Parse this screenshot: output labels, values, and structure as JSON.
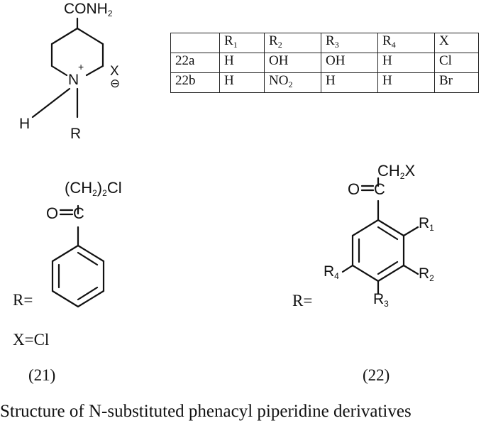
{
  "piperidine": {
    "amide": "CONH",
    "amide_sub": "2",
    "nitrogen": "N",
    "charge_plus": "+",
    "counter_ion": "X",
    "charge_minus": "⊖",
    "hydrogen": "H",
    "r_group": "R"
  },
  "table": {
    "header": [
      {
        "main": "",
        "sub": ""
      },
      {
        "main": "R",
        "sub": "1"
      },
      {
        "main": "R",
        "sub": "2"
      },
      {
        "main": "R",
        "sub": "3"
      },
      {
        "main": "R",
        "sub": "4"
      },
      {
        "main": "X",
        "sub": ""
      }
    ],
    "rows": [
      [
        {
          "main": "22a",
          "sub": ""
        },
        {
          "main": "H",
          "sub": ""
        },
        {
          "main": "OH",
          "sub": ""
        },
        {
          "main": "OH",
          "sub": ""
        },
        {
          "main": "H",
          "sub": ""
        },
        {
          "main": "Cl",
          "sub": ""
        }
      ],
      [
        {
          "main": "22b",
          "sub": ""
        },
        {
          "main": "H",
          "sub": ""
        },
        {
          "main": "NO",
          "sub": "2"
        },
        {
          "main": "H",
          "sub": ""
        },
        {
          "main": "H",
          "sub": ""
        },
        {
          "main": "Br",
          "sub": ""
        }
      ]
    ]
  },
  "compound21": {
    "chain_open": "(CH",
    "chain_sub": "2",
    "chain_close": ")",
    "chain_sub2": "2",
    "chain_end": "Cl",
    "carbonyl_o": "O",
    "carbonyl_c": "C",
    "r_equals": "R=",
    "x_equals": "X=Cl",
    "number": "(21)"
  },
  "compound22": {
    "ch2x_a": "CH",
    "ch2x_sub": "2",
    "ch2x_b": "X",
    "carbonyl_o": "O",
    "carbonyl_c": "C",
    "r1": "R",
    "r1_sub": "1",
    "r2": "R",
    "r2_sub": "2",
    "r3": "R",
    "r3_sub": "3",
    "r4": "R",
    "r4_sub": "4",
    "r_equals": "R=",
    "number": "(22)"
  },
  "caption": "Structure of N-substituted phenacyl piperidine derivatives"
}
